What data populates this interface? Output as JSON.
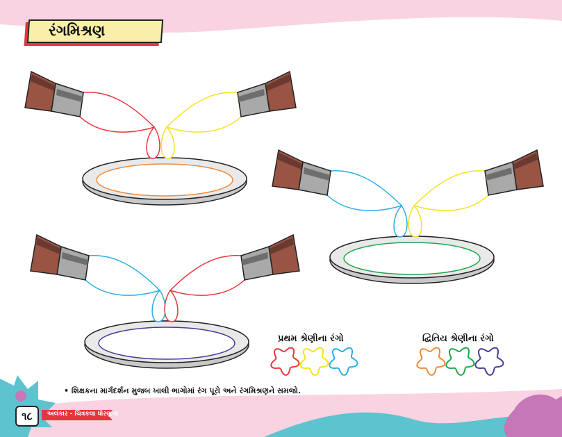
{
  "title": "રંગમિશ્રણ",
  "labels": {
    "primary": "પ્રથમ શ્રેણીના રંગો",
    "secondary": "દ્વિતિય શ્રેણીના રંગો"
  },
  "instruction": "• શિક્ષકના માર્ગદર્શન મુજબ ખાલી ભાગોમાં રંગ પૂરો અને રંગમિશ્રણને સમજો.",
  "footer": {
    "page_number": "૧૮",
    "book": "અલંકાર - ચિત્રકલા ધોરણ-૪"
  },
  "mixes": [
    {
      "left": "#e8353c",
      "right": "#f5e21e",
      "result": "#f08a3a"
    },
    {
      "left": "#29aee6",
      "right": "#f5e21e",
      "result": "#1fa84a"
    },
    {
      "left": "#29aee6",
      "right": "#e8353c",
      "result": "#463c9c"
    }
  ],
  "primary_colors": [
    "#e8353c",
    "#f5e21e",
    "#29aee6"
  ],
  "secondary_colors": [
    "#f08a3a",
    "#1fa84a",
    "#463c9c"
  ]
}
